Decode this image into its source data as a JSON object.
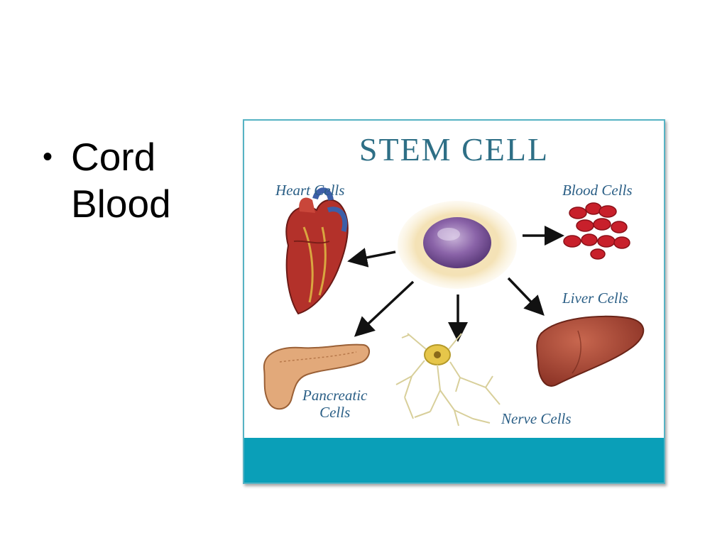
{
  "slide": {
    "bullets": [
      "Cord Blood"
    ]
  },
  "figure": {
    "title": "STEM CELL",
    "labels": {
      "heart": "Heart Cells",
      "blood": "Blood Cells",
      "liver": "Liver Cells",
      "pancreas_line1": "Pancreatic",
      "pancreas_line2": "Cells",
      "nerve": "Nerve Cells"
    },
    "colors": {
      "title": "#2e6f86",
      "labels": "#2b5f86",
      "border": "#56b3c4",
      "band": "#0a9fb8"
    }
  }
}
